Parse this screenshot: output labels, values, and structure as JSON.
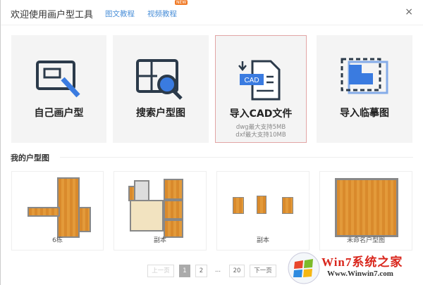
{
  "header": {
    "title": "欢迎使用画户型工具",
    "links": [
      "图文教程",
      "视频教程"
    ],
    "new_badge": "NEW",
    "close": "×"
  },
  "cards": [
    {
      "label": "自己画户型",
      "icon": "draw-plan-icon"
    },
    {
      "label": "搜索户型图",
      "icon": "search-plan-icon"
    },
    {
      "label": "导入CAD文件",
      "icon": "cad-file-icon",
      "sub1": "dwg最大支持5MB",
      "sub2": "dxf最大支持10MB",
      "cad_text": "CAD"
    },
    {
      "label": "导入临摹图",
      "icon": "trace-image-icon"
    }
  ],
  "section_title": "我的户型图",
  "plans": [
    {
      "name": "6栋"
    },
    {
      "name": "副本"
    },
    {
      "name": "副本"
    },
    {
      "name": "未命名户型图"
    }
  ],
  "pagination": {
    "prev": "上一页",
    "pages": [
      "1",
      "2",
      "...",
      "20"
    ],
    "current": "1",
    "next": "下一页"
  },
  "watermark": {
    "brand": "Win7系统之家",
    "url": "Www.Winwin7.com"
  },
  "colors": {
    "accent": "#3a7be0",
    "link": "#4a8fd8",
    "wood": "#d98a2c"
  }
}
